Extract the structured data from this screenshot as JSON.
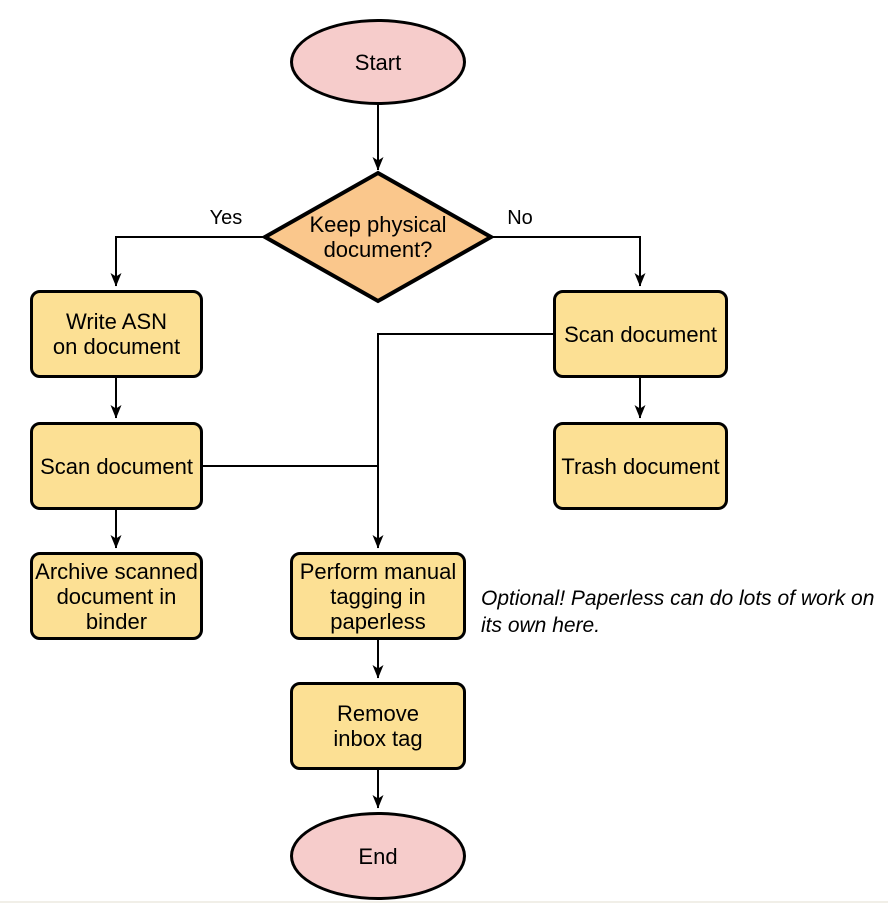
{
  "diagram": {
    "nodes": {
      "start": {
        "lines": [
          "Start"
        ]
      },
      "decision": {
        "lines": [
          "Keep physical",
          "document?"
        ]
      },
      "write_asn": {
        "lines": [
          "Write ASN",
          "on document"
        ]
      },
      "scan_left": {
        "lines": [
          "Scan document"
        ]
      },
      "archive": {
        "lines": [
          "Archive scanned",
          "document in",
          "binder"
        ]
      },
      "scan_right": {
        "lines": [
          "Scan document"
        ]
      },
      "trash": {
        "lines": [
          "Trash document"
        ]
      },
      "perform_tagging": {
        "lines": [
          "Perform manual",
          "tagging in",
          "paperless"
        ]
      },
      "remove_inbox": {
        "lines": [
          "Remove",
          "inbox tag"
        ]
      },
      "end": {
        "lines": [
          "End"
        ]
      }
    },
    "edge_labels": {
      "yes": "Yes",
      "no": "No"
    },
    "caption": {
      "lines": [
        "Optional! Paperless can do lots of work on",
        "its own here."
      ]
    },
    "colors": {
      "terminal_fill": "#F6CCCB",
      "decision_fill": "#FAC78C",
      "process_fill": "#FCE094",
      "stroke": "#000000"
    }
  }
}
